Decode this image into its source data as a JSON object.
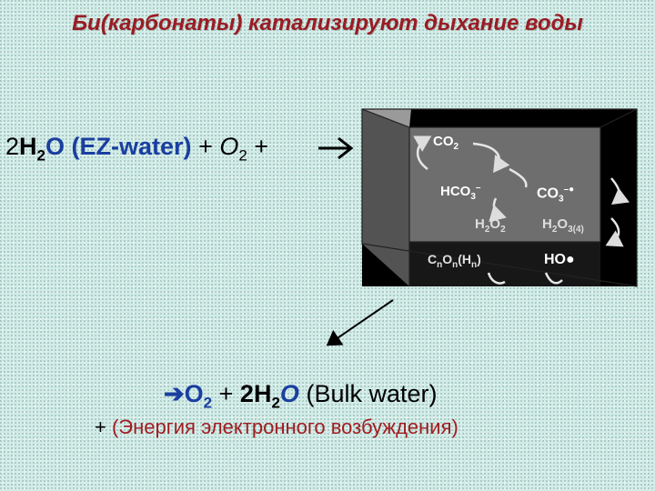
{
  "title": "Би(карбонаты) катализируют дыхание воды",
  "left_equation": {
    "coef": "2",
    "h": "H",
    "sub2": "2",
    "o": "O",
    "ez": "(EZ-water)",
    "plus1": "+",
    "o2": "O",
    "o2_sub": "2",
    "plus2": "+"
  },
  "box_labels": {
    "co2": "CO",
    "co2_sub": "2",
    "hco3": "HCO",
    "hco3_sub": "3",
    "hco3_sup": "–",
    "co3": "CO",
    "co3_sub": "3",
    "co3_sup": "–●",
    "h2o2_h": "H",
    "h2o2_sub1": "2",
    "h2o2_o": "O",
    "h2o2_sub2": "2",
    "h2o3_h": "H",
    "h2o3_sub1": "2",
    "h2o3_o": "O",
    "h2o3_sub2": "3(4)",
    "cnon_c": "C",
    "cnon_n1": "n",
    "cnon_o": "O",
    "cnon_n2": "n",
    "cnon_h": "(H",
    "cnon_n3": "n",
    "cnon_close": ")",
    "ho": "HO●"
  },
  "bottom_equation": {
    "o": "O",
    "o_sub": "2",
    "plus": "+",
    "coef": "2",
    "h": "H",
    "h_sub": "2",
    "o2": "O",
    "bulk": "(Bulk water)"
  },
  "bottom_note": {
    "plus": "+",
    "text": "(Энергия электронного возбуждения)"
  }
}
